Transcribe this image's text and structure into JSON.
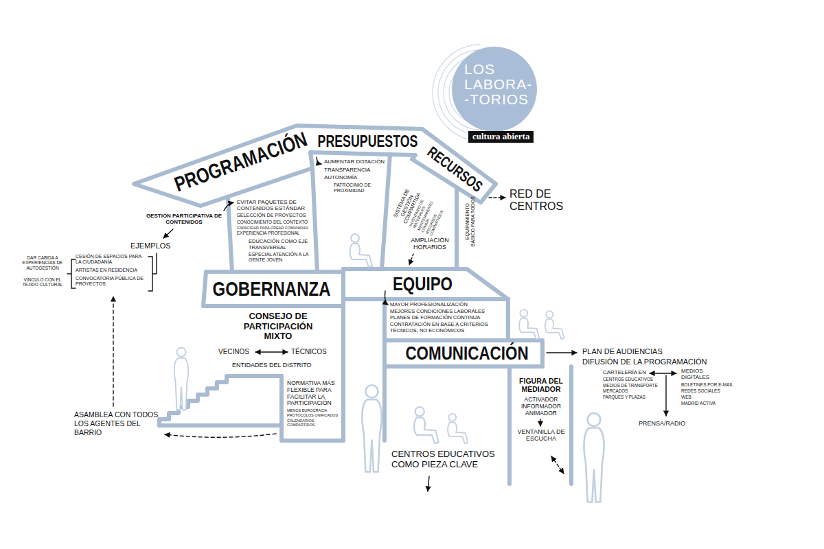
{
  "diagram": {
    "nodes": [
      {
        "text": [
          "LOS LABORA- -TORIOS"
        ]
      },
      {
        "text": [
          "cultura abierta"
        ]
      },
      {
        "text": [
          "PROGRAMACIÓN"
        ]
      },
      {
        "text": [
          "PRESUPUESTOS"
        ]
      },
      {
        "text": [
          "RECURSOS"
        ]
      },
      {
        "text": [
          "GOBERNANZA"
        ]
      },
      {
        "text": [
          "EQUIPO"
        ]
      },
      {
        "text": [
          "COMUNICACIÓN"
        ]
      }
    ],
    "labels": [
      "EVITAR PAQUETES DE CONTENIDOS ESTÁNDAR",
      "SELECCIÓN DE PROYECTOS",
      "CONOCIMIENTO DEL CONTEXTO",
      "CAPACIDAD PARA CREAR COMUNIDAD",
      "EXPERIENCIA PROFESIONAL",
      "EDUCACIÓN COMO EJE TRANSVERSAL",
      "ESPECIAL ATENCIÓN A LA GENTE JOVEN",
      "GESTIÓN PARTICIPATIVA DE CONTENIDOS",
      "EJEMPLOS",
      "DAR CABIDA A EXPERIENCIAS DE AUTOGESTIÓN",
      "VÍNCULO CON EL TEJIDO CULTURAL",
      "CESIÓN DE ESPACIOS PARA LA CIUDADANÍA",
      "ARTISTAS EN RESIDENCIA",
      "CONVOCATORIA PÚBLICA DE PROYECTOS",
      "AUMENTAR DOTACIÓN",
      "TRANSPARENCIA",
      "AUTONOMÍA",
      "PATROCINIO DE PROXIMIDAD",
      "SISTEMA DE GESTIÓN COMPARTIDA",
      "INVENTARIO DE MATERIALES",
      "MANTENIMIENTO COMÚN",
      "RECURSOS COMPARTIDOS",
      "EQUIPAMIENTO BÁSICO PARA TODOS",
      "RED DE CENTROS",
      "AMPLIACIÓN HORARIOS",
      "CONSEJO DE PARTICIPACIÓN MIXTO",
      "VECINOS",
      "TÉCNICOS",
      "ENTIDADES DEL DISTRITO",
      "NORMATIVA MÁS FLEXIBLE PARA FACILITAR LA PARTICIPACIÓN",
      "MENOS BUROCRACIA",
      "PROTOCOLOS UNIFICADOS",
      "CALENDARIOS COMPARTIDOS",
      "ASAMBLEA CON TODOS LOS AGENTES DEL BARRIO",
      "MAYOR PROFESIONALIZACIÓN",
      "MEJORES CONDICIONES LABORALES",
      "PLANES DE FORMACIÓN CONTINUA",
      "CONTRATACIÓN EN BASE A CRITERIOS TÉCNICOS, NO ECONÓMICOS",
      "PLAN DE AUDIENCIAS",
      "DIFUSIÓN DE LA PROGRAMACIÓN",
      "CARTELERÍA EN",
      "CENTROS EDUCATIVOS",
      "MEDIOS DE TRANSPORTE",
      "MERCADOS",
      "PARQUES Y PLAZAS",
      "MEDIOS DIGITALES",
      "BOLETINES POR E-MAIL",
      "REDES SOCIALES",
      "WEB",
      "MADRID ACTIVA",
      "PRENSA/RADIO",
      "FIGURA DEL MEDIADOR",
      "ACTIVADOR",
      "INFORMADOR",
      "ANIMADOR",
      "VENTANILLA DE ESCUCHA",
      "CENTROS EDUCATIVOS COMO PIEZA CLAVE"
    ]
  }
}
